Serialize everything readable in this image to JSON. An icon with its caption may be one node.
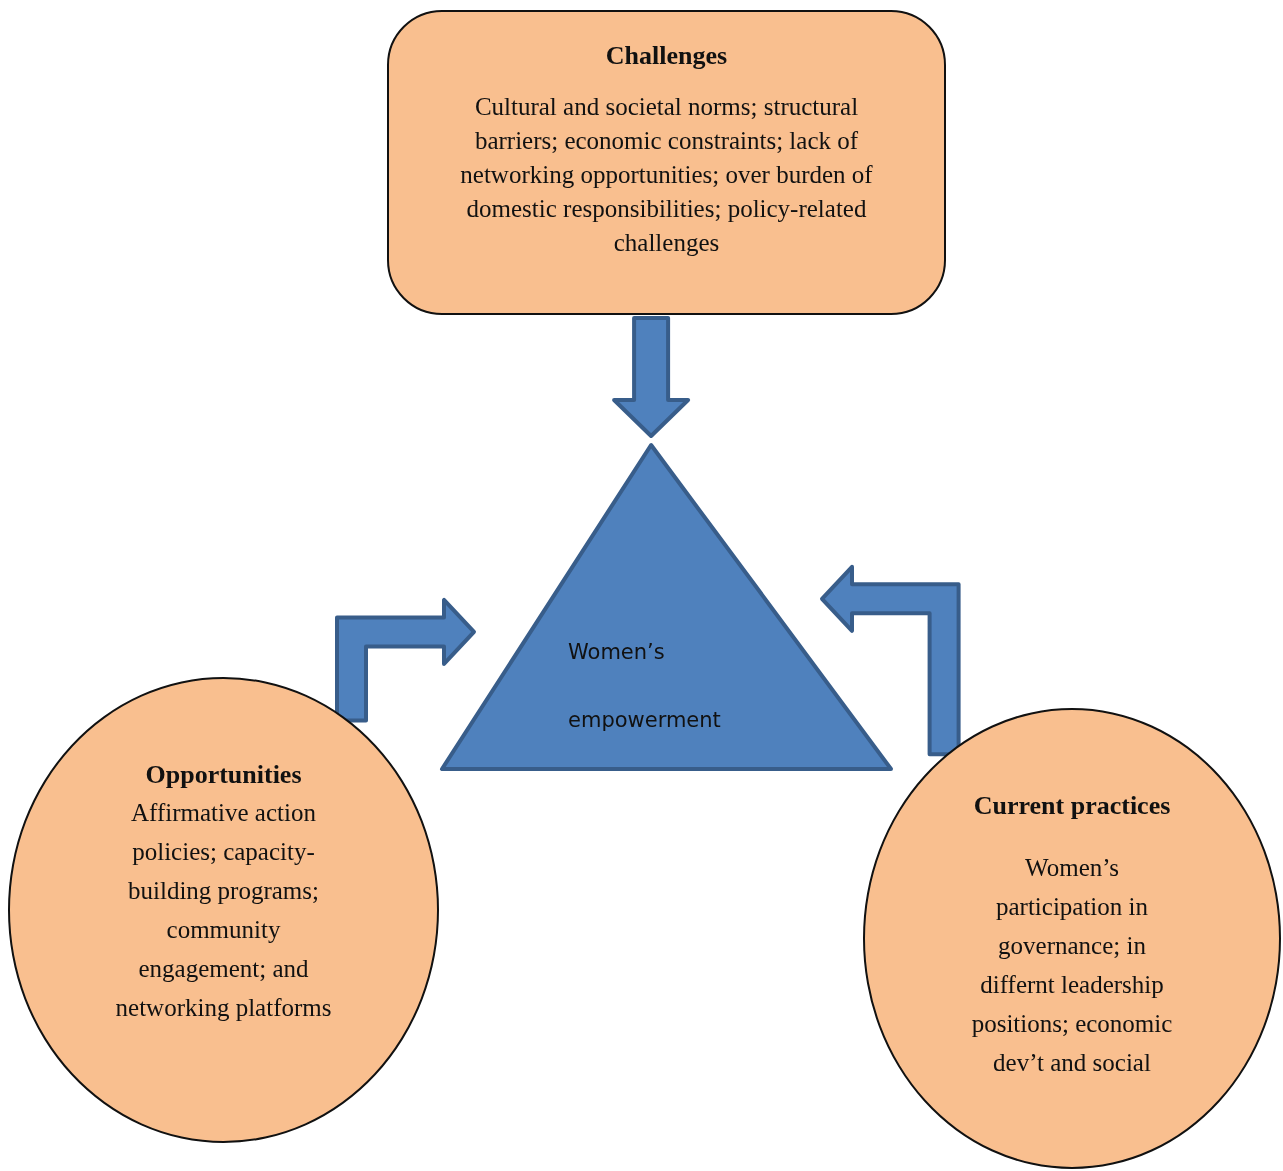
{
  "diagram": {
    "nodes": [
      {
        "text": [
          "Challenges",
          "Cultural and societal norms; structural barriers; economic constraints; lack of networking opportunities; over burden of domestic responsibilities; policy-related challenges"
        ]
      },
      {
        "text": [
          "Women’s empowerment"
        ]
      },
      {
        "text": [
          "Opportunities",
          "Affirmative action policies; capacity-building programs; community engagement; and networking platforms"
        ]
      },
      {
        "text": [
          "Current practices",
          "Women’s participation in governance; in differnt leadership positions; economic dev’t and social"
        ]
      }
    ],
    "edges": [
      {
        "from": 0,
        "to": 1,
        "arrow": "to"
      },
      {
        "from": 2,
        "to": 1,
        "arrow": "to"
      },
      {
        "from": 3,
        "to": 1,
        "arrow": "to"
      }
    ]
  }
}
